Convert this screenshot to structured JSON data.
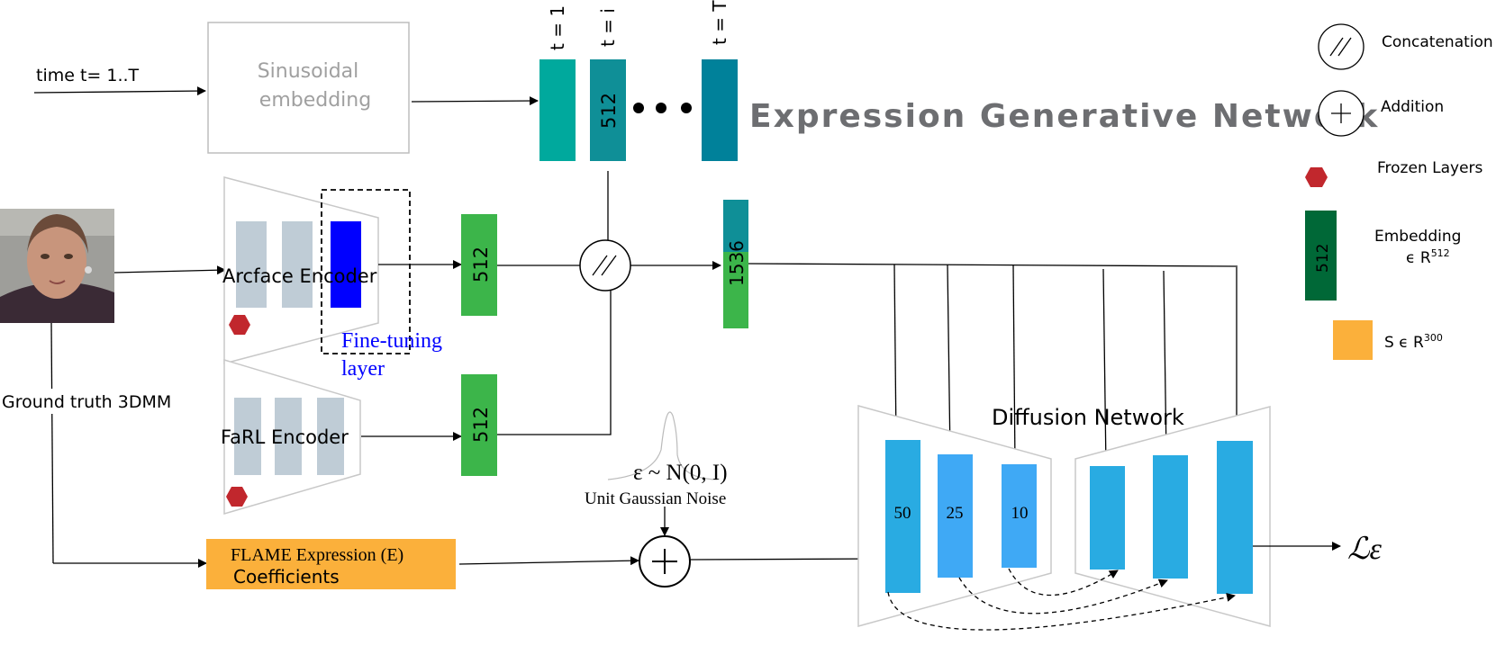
{
  "inputs": {
    "time_label": "time t= 1..T",
    "ground_truth_label": "Ground truth 3DMM"
  },
  "blocks": {
    "sinusoidal_line1": "Sinusoidal",
    "sinusoidal_line2": "embedding",
    "arcface_label": "Arcface Encoder",
    "farl_label": "FaRL Encoder",
    "finetune_line1": "Fine-tuning",
    "finetune_line2": "layer",
    "flame_line1": "FLAME Expression (E)",
    "flame_line2": "Coefficients"
  },
  "timesteps": {
    "t1": "t = 1",
    "ti": "t = i",
    "tT": "t = T",
    "block_value": "512"
  },
  "embeddings": {
    "arcface_emb": "512",
    "farl_emb": "512",
    "concat_emb": "1536"
  },
  "title": "Expression Generative Network",
  "noise": {
    "formula": "ε ~ N(0, I)",
    "caption": "Unit Gaussian Noise"
  },
  "diffusion": {
    "title": "Diffusion Network",
    "encoder_values": [
      "50",
      "25",
      "10"
    ],
    "output_symbol": "ℒε"
  },
  "legend": {
    "concatenation": "Concatenation",
    "addition": "Addition",
    "frozen": "Frozen Layers",
    "embedding_line1": "Embedding",
    "embedding_line2_prefix": "ϵ R",
    "embedding_sup": "512",
    "embedding_value": "512",
    "s_prefix": "S ϵ R",
    "s_sup": "300"
  },
  "colors": {
    "teal": "#00a99d",
    "teal_dark": "#0f8f97",
    "teal_blue": "#00819a",
    "green": "#3cb54a",
    "dark_green": "#006837",
    "blue_bright": "#0000ff",
    "sky_blue": "#29abe2",
    "sky_blue_light": "#3fa9f5",
    "orange": "#fbb03b",
    "red": "#c1272d",
    "gray_block": "#bfccd6",
    "title_gray": "#6d6e71"
  }
}
